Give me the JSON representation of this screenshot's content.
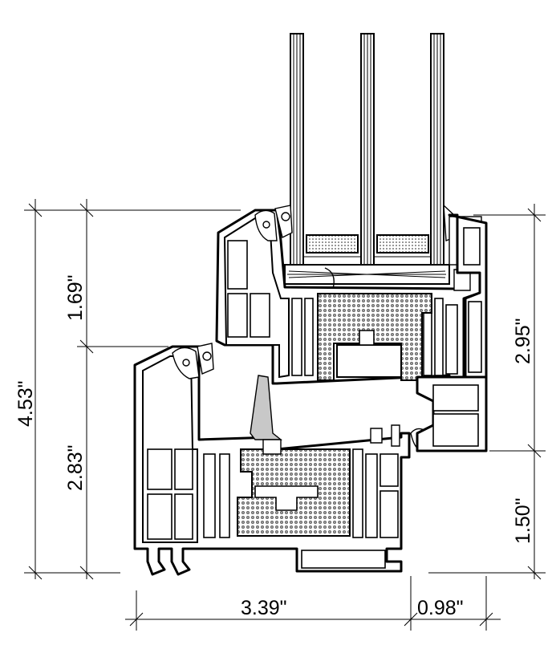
{
  "dimensions": {
    "sash_height": "1.69\"",
    "frame_height_left": "2.83\"",
    "total_height": "4.53\"",
    "right_upper": "2.95\"",
    "right_lower": "1.50\"",
    "frame_width": "3.39\"",
    "sash_overhang": "0.98\""
  },
  "colors": {
    "line": "#000000",
    "background": "#ffffff",
    "steel_fill": "#b0b0b0",
    "glass_fill": "#e6e6e6"
  }
}
